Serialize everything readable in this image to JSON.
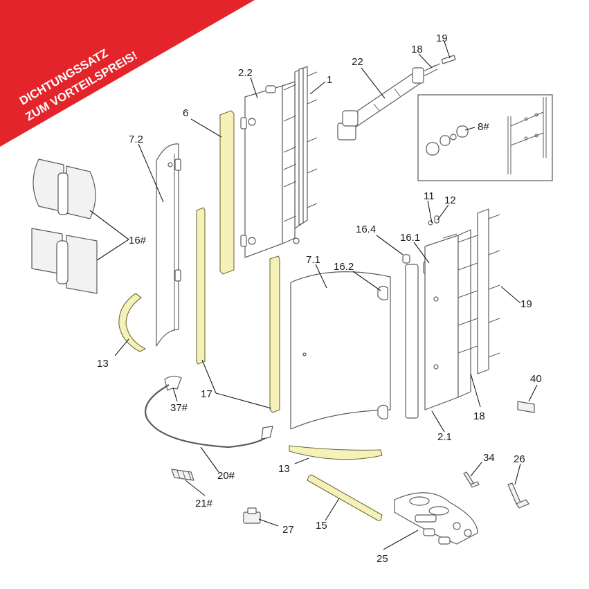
{
  "banner": {
    "line1": "DICHTUNGSSATZ",
    "line2": "ZUM VORTEILSPREIS!",
    "color": "#e3242b"
  },
  "seal_color": "#f6f1b8",
  "labels": {
    "p1": "1",
    "p2_1": "2.1",
    "p2_2": "2.2",
    "p6": "6",
    "p7_1": "7.1",
    "p7_2": "7.2",
    "p8": "8#",
    "p11": "11",
    "p12": "12",
    "p13a": "13",
    "p13b": "13",
    "p15": "15",
    "p16": "16#",
    "p16_1": "16.1",
    "p16_2": "16.2",
    "p16_4": "16.4",
    "p17": "17",
    "p18a": "18",
    "p18b": "18",
    "p19a": "19",
    "p19b": "19",
    "p20": "20#",
    "p21": "21#",
    "p22": "22",
    "p25": "25",
    "p26": "26",
    "p27": "27",
    "p34": "34",
    "p37": "37#",
    "p40": "40"
  }
}
